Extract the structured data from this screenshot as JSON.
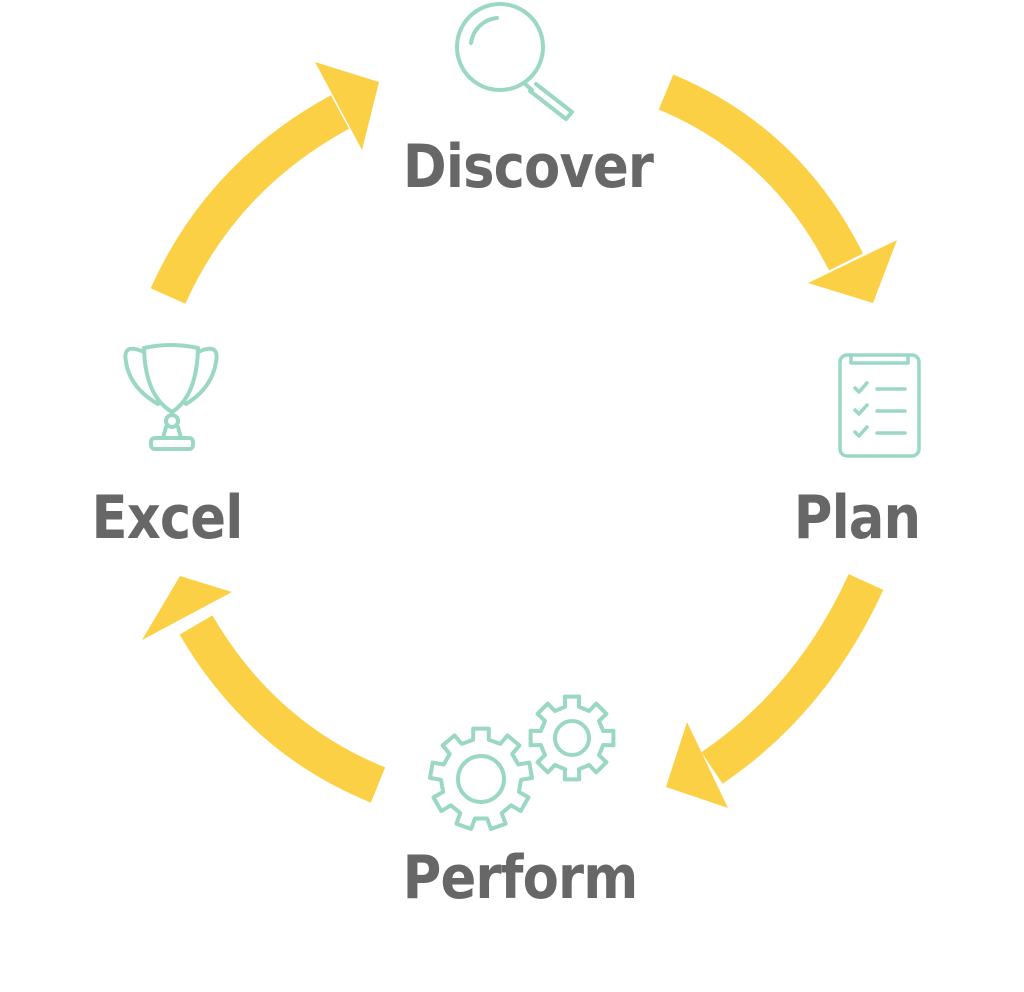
{
  "colors": {
    "arrow": "#fbd045",
    "icon": "#9ad7c5",
    "label": "#676767"
  },
  "stages": {
    "discover": {
      "label": "Discover",
      "icon": "magnifying-glass-icon"
    },
    "plan": {
      "label": "Plan",
      "icon": "clipboard-checklist-icon"
    },
    "perform": {
      "label": "Perform",
      "icon": "gears-icon"
    },
    "excel": {
      "label": "Excel",
      "icon": "trophy-icon"
    }
  }
}
